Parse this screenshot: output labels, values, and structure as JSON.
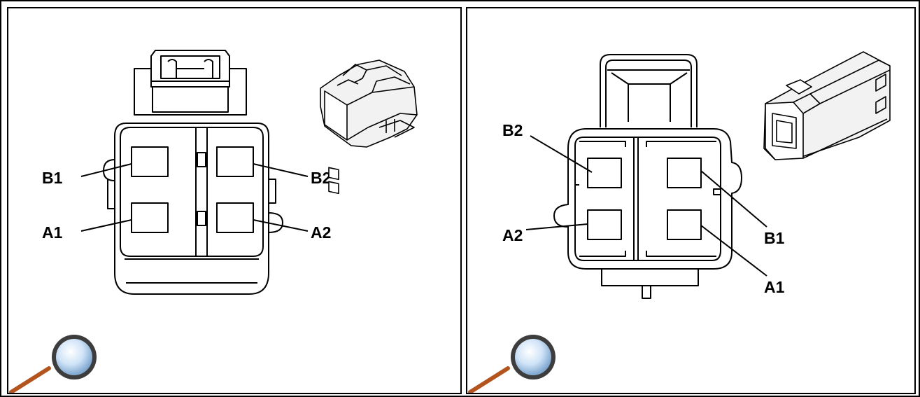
{
  "panels": [
    {
      "id": "left",
      "pins": {
        "b1": "B1",
        "a1": "A1",
        "b2": "B2",
        "a2": "A2"
      },
      "zoom_icon": "magnifier-icon"
    },
    {
      "id": "right",
      "pins": {
        "b2": "B2",
        "a2": "A2",
        "b1": "B1",
        "a1": "A1"
      },
      "zoom_icon": "magnifier-icon"
    }
  ],
  "colors": {
    "line": "#000000",
    "background": "#ffffff",
    "lens": "#cfe3f7",
    "handle": "#b3541e"
  }
}
